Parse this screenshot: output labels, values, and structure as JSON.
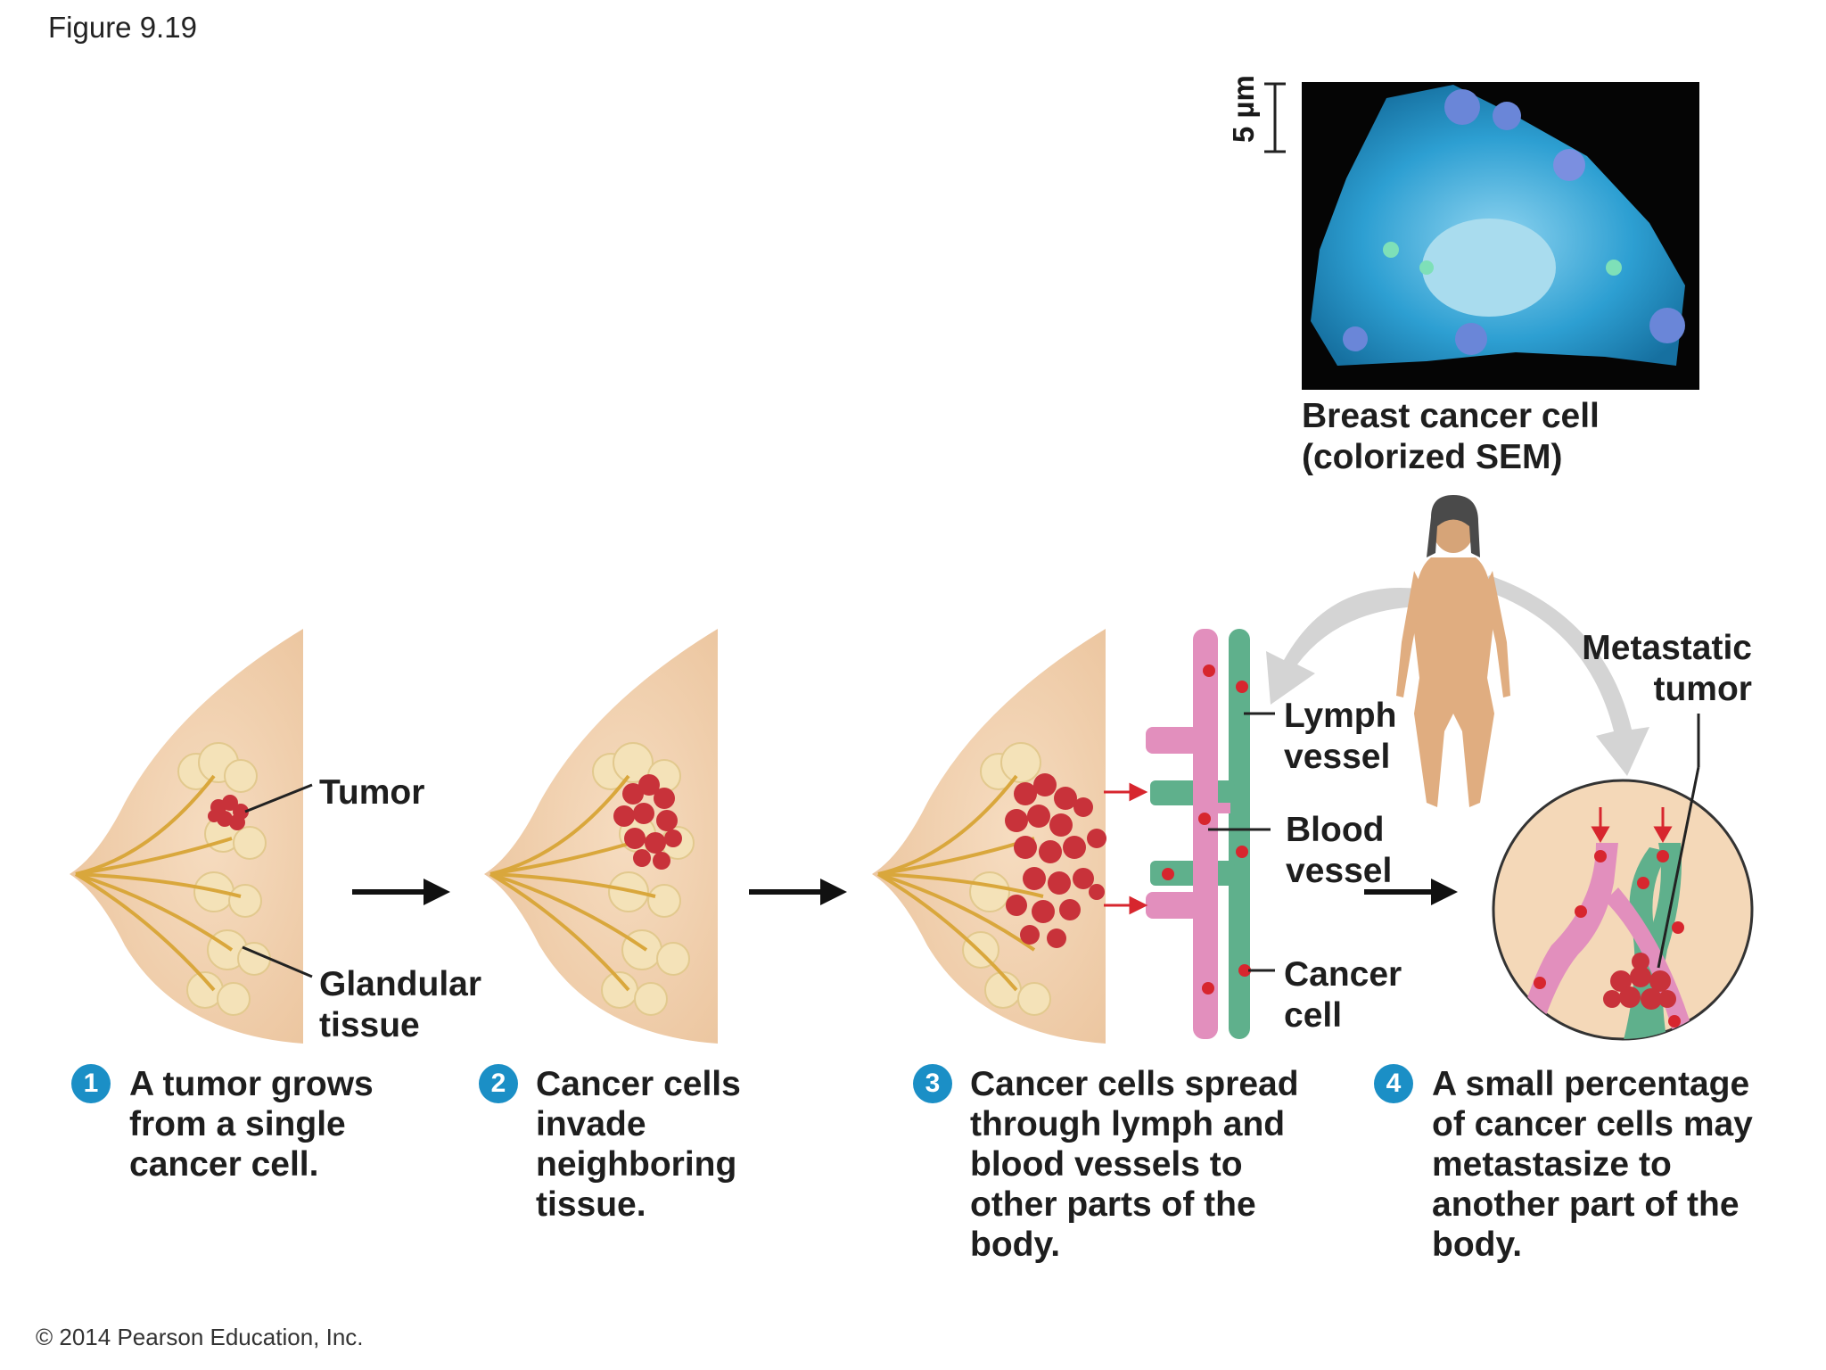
{
  "figure_title": "Figure 9.19",
  "copyright": "© 2014 Pearson Education, Inc.",
  "sem": {
    "scale_label": "5 µm",
    "caption_line1": "Breast cancer cell",
    "caption_line2": "(colorized SEM)"
  },
  "labels": {
    "tumor": "Tumor",
    "glandular_line1": "Glandular",
    "glandular_line2": "tissue",
    "lymph_line1": "Lymph",
    "lymph_line2": "vessel",
    "blood_line1": "Blood",
    "blood_line2": "vessel",
    "cancer_cell_line1": "Cancer",
    "cancer_cell_line2": "cell",
    "metastatic_line1": "Metastatic",
    "metastatic_line2": "tumor"
  },
  "steps": [
    {
      "number": "1",
      "lines": [
        "A tumor grows",
        "from a single",
        "cancer cell."
      ]
    },
    {
      "number": "2",
      "lines": [
        "Cancer cells",
        "invade",
        "neighboring",
        "tissue."
      ]
    },
    {
      "number": "3",
      "lines": [
        "Cancer cells spread",
        "through lymph and",
        "blood vessels to",
        "other parts of the",
        "body."
      ]
    },
    {
      "number": "4",
      "lines": [
        "A small percentage",
        "of cancer cells may",
        "metastasize to",
        "another part of the",
        "body."
      ]
    }
  ],
  "colors": {
    "skin": "#f1d3b0",
    "gland": "#f4e2b8",
    "duct": "#d9a73c",
    "tumor": "#c8323a",
    "lymph": "#5fb08c",
    "blood": "#e28fbd",
    "sem_background": "#050505",
    "sem_cell": "#2d9fd2",
    "badge": "#1b8fc6"
  }
}
